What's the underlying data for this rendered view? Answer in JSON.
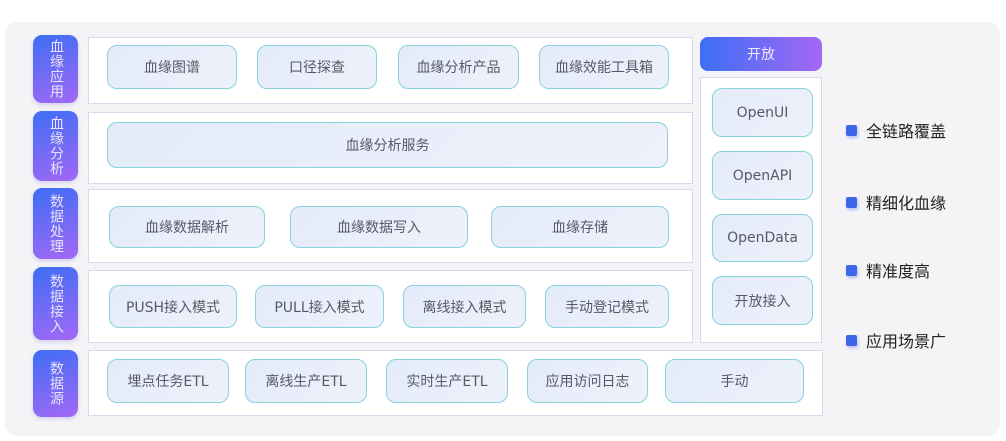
{
  "layers": [
    {
      "label": "血缘应用",
      "items": [
        "血缘图谱",
        "口径探查",
        "血缘分析产品",
        "血缘效能工具箱"
      ]
    },
    {
      "label": "血缘分析",
      "items": [
        "血缘分析服务"
      ]
    },
    {
      "label": "数据处理",
      "items": [
        "血缘数据解析",
        "血缘数据写入",
        "血缘存储"
      ]
    },
    {
      "label": "数据接入",
      "items": [
        "PUSH接入模式",
        "PULL接入模式",
        "离线接入模式",
        "手动登记模式"
      ]
    },
    {
      "label": "数据源",
      "items": [
        "埋点任务ETL",
        "离线生产ETL",
        "实时生产ETL",
        "应用访问日志",
        "手动"
      ]
    }
  ],
  "open": {
    "label": "开放",
    "items": [
      "OpenUI",
      "OpenAPI",
      "OpenData",
      "开放接入"
    ]
  },
  "features": [
    "全链路覆盖",
    "精细化血缘",
    "精准度高",
    "应用场景广"
  ]
}
